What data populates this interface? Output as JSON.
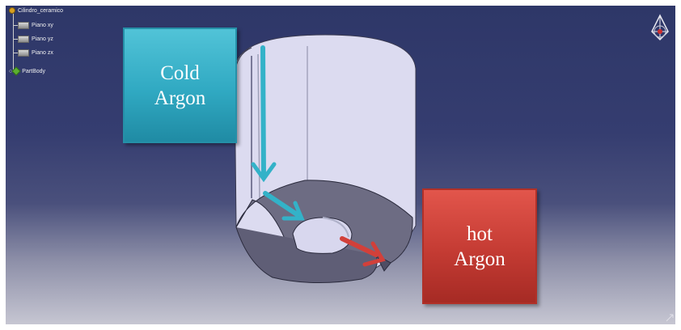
{
  "tree": {
    "root": "Cilindro_ceramico",
    "planes": [
      "Piano xy",
      "Piano yz",
      "Piano zx"
    ],
    "body": "PartBody"
  },
  "annotations": {
    "cold": "Cold\nArgon",
    "hot": "hot\nArgon"
  },
  "colors": {
    "cold_box": "#30a9c2",
    "hot_box": "#c43b33",
    "cold_arrow": "#33b2c8",
    "hot_arrow": "#d2403a",
    "part_side": "#dddcf0",
    "part_bottom": "#6c6b82"
  },
  "icons": [
    "product-gear-icon",
    "plane-icon",
    "partbody-icon",
    "compass-icon",
    "axis-icon"
  ]
}
